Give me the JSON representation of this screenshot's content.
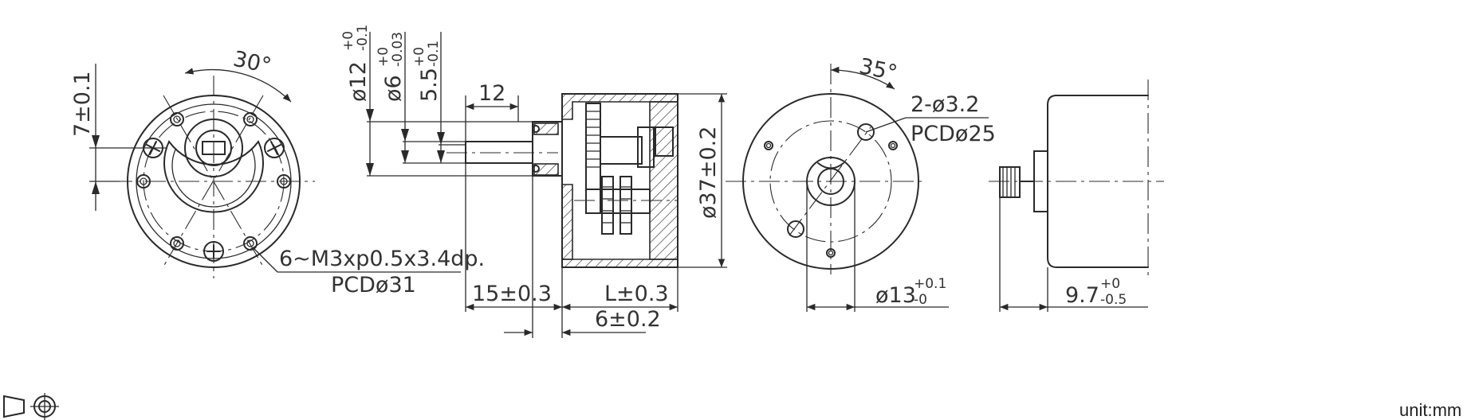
{
  "drawing": {
    "front_view": {
      "angle": "30°",
      "dim_height": "7±0.1",
      "screw_note": "6~M3xp0.5x3.4dp.",
      "screw_pcd": "PCDø31"
    },
    "side_view": {
      "dia_shaft_base": "ø12",
      "dia_shaft_base_tol_upper": "+0",
      "dia_shaft_base_tol_lower": "-0.1",
      "dia_shaft": "ø6",
      "dia_shaft_tol_upper": "+0",
      "dia_shaft_tol_lower": "-0.03",
      "flat": "5.5",
      "flat_tol_upper": "+0",
      "flat_tol_lower": "-0.1",
      "shaft_len": "12",
      "body_dia": "ø37±0.2",
      "shaft_ext": "15±0.3",
      "length": "L±0.3",
      "boss": "6±0.2"
    },
    "rear_view": {
      "angle": "35°",
      "holes": "2-ø3.2",
      "holes_pcd": "PCDø25",
      "boss_dia": "ø13",
      "boss_tol_upper": "+0.1",
      "boss_tol_lower": "-0"
    },
    "motor_view": {
      "len": "9.7",
      "len_tol_upper": "+0",
      "len_tol_lower": "-0.5"
    },
    "projection_symbol": "third-angle-projection-icon",
    "unit": "unit:mm"
  }
}
